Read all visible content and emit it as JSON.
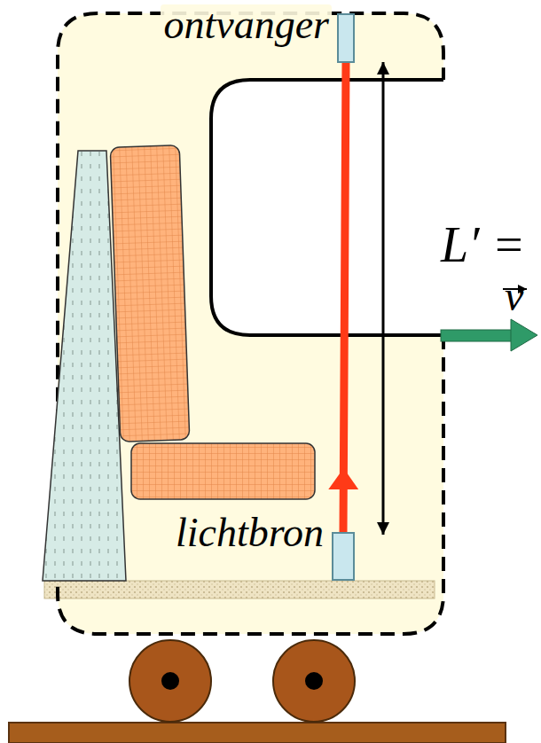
{
  "diagram": {
    "nodes": [
      {
        "text": [
          "ontvanger"
        ]
      },
      {
        "text": [
          "lichtbron"
        ]
      }
    ],
    "edges": [
      {
        "from": 1,
        "to": 0,
        "arrow": "to"
      }
    ],
    "labels": [
      "L′ =",
      "v"
    ]
  }
}
